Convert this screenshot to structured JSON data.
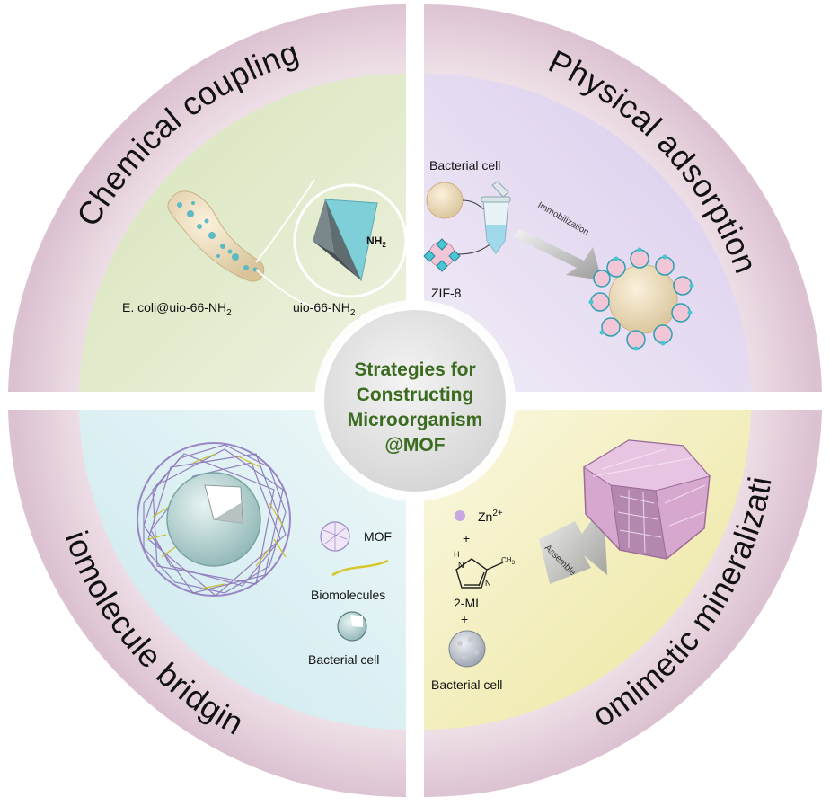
{
  "center": {
    "lines": [
      "Strategies for",
      "Constructing",
      "Microorganism",
      "@MOF"
    ]
  },
  "quadrants": {
    "top_left": {
      "title": "Chemical coupling",
      "label_bacteria": "E. coli@uio-66-NH",
      "label_bacteria_sub": "2",
      "label_mof": "uio-66-NH",
      "label_mof_sub": "2",
      "nh2_label": "NH",
      "nh2_sub": "2",
      "color": "#dfe8c8"
    },
    "top_right": {
      "title": "Physical adsorption",
      "label_cell": "Bacterial cell",
      "label_zif": "ZIF-8",
      "arrow_label": "Immobilization",
      "color": "#e4daf0"
    },
    "bottom_left": {
      "title": "Biomolecule bridging",
      "legend_mof": "MOF",
      "legend_bio": "Biomolecules",
      "legend_cell": "Bacterial cell",
      "color": "#d8eef0"
    },
    "bottom_right": {
      "title": "Biomimetic mineralization",
      "zn_label": "Zn",
      "zn_sup": "2+",
      "plus": "+",
      "mi_label": "2-MI",
      "mi_nh": "H",
      "mi_n_top": "N",
      "mi_n": "N",
      "mi_ch3": "CH",
      "mi_ch3_sub": "3",
      "cell_label": "Bacterial cell",
      "arrow_label": "Assemble",
      "color": "#f3f0c4"
    }
  },
  "colors": {
    "ring": "#e7d4df",
    "ring_edge": "#f4ecf0",
    "center_fill": "#e8e8e8",
    "center_text": "#3b6b1e"
  }
}
